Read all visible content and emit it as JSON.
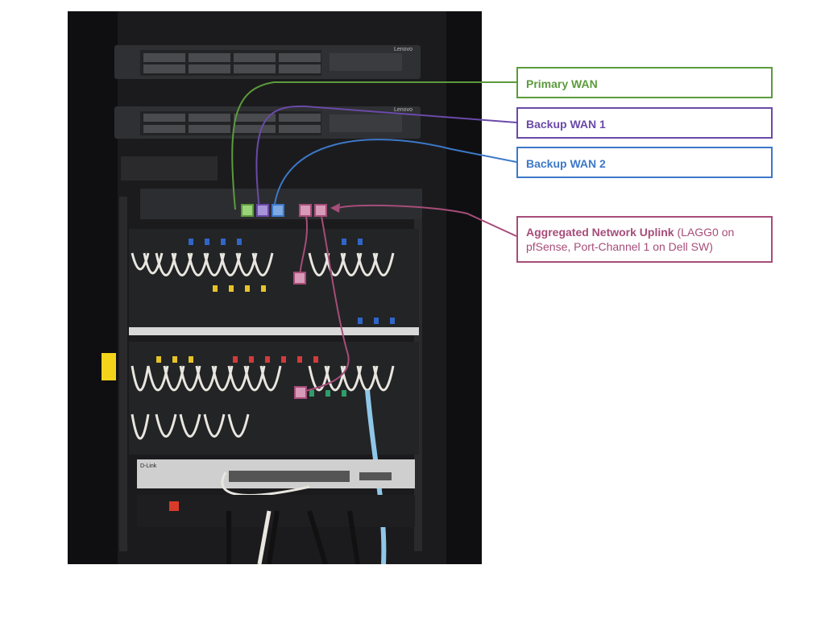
{
  "labels": {
    "primary_wan": {
      "title": "Primary WAN",
      "color": "#5b9b3c"
    },
    "backup_wan_1": {
      "title": "Backup WAN 1",
      "color": "#6a4aa8"
    },
    "backup_wan_2": {
      "title": "Backup WAN 2",
      "color": "#3c78c8"
    },
    "aggregated_uplink": {
      "title": "Aggregated Network Uplink",
      "detail": " (LAGG0 on pfSense, Port-Channel 1 on Dell SW)",
      "color": "#a64d79"
    }
  },
  "photo": {
    "description_icon": "server-rack-photo",
    "brand_badges": [
      "Lenovo",
      "Lenovo",
      "D-Link"
    ]
  }
}
